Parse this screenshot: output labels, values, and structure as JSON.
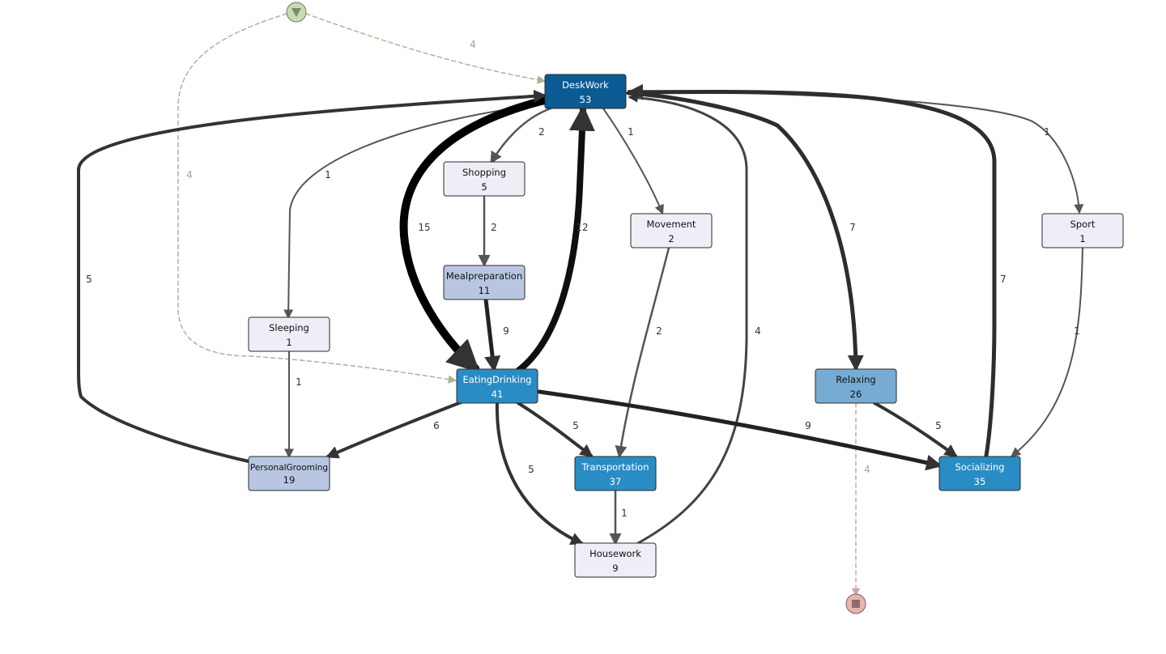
{
  "colors": {
    "dark_blue": "#0b5a94",
    "mid_blue": "#2a8cc4",
    "light_blue": "#76acd3",
    "lavender": "#b9c6e2",
    "pale": "#efedf6",
    "edge": "#333333",
    "start_edge": "#a8b596",
    "end_edge": "#c7aaaa",
    "start_node": "#c9dbb2",
    "end_node": "#e5b6b0"
  },
  "start_node": {
    "icon": "triangle-down-icon"
  },
  "end_node": {
    "icon": "square-stop-icon"
  },
  "nodes": {
    "deskwork": {
      "name": "DeskWork",
      "count": "53"
    },
    "shopping": {
      "name": "Shopping",
      "count": "5"
    },
    "movement": {
      "name": "Movement",
      "count": "2"
    },
    "sport": {
      "name": "Sport",
      "count": "1"
    },
    "mealprep": {
      "name": "Mealpreparation",
      "count": "11"
    },
    "sleeping": {
      "name": "Sleeping",
      "count": "1"
    },
    "eatingdrinking": {
      "name": "EatingDrinking",
      "count": "41"
    },
    "relaxing": {
      "name": "Relaxing",
      "count": "26"
    },
    "personalgrooming": {
      "name": "PersonalGrooming",
      "count": "19"
    },
    "transportation": {
      "name": "Transportation",
      "count": "37"
    },
    "socializing": {
      "name": "Socializing",
      "count": "35"
    },
    "housework": {
      "name": "Housework",
      "count": "9"
    }
  },
  "edges": {
    "start_deskwork": "4",
    "start_eating": "4",
    "desk_shopping": "2",
    "desk_movement": "1",
    "desk_sleeping": "1",
    "desk_eating": "15",
    "eating_desk": "12",
    "desk_relaxing": "7",
    "desk_sport": "1",
    "grooming_desk": "5",
    "socializing_desk": "7",
    "housework_desk": "4",
    "shopping_mealprep": "2",
    "mealprep_eating": "9",
    "movement_transport": "2",
    "sleeping_grooming": "1",
    "eating_grooming": "6",
    "eating_transport": "5",
    "eating_housework": "5",
    "eating_socializing": "9",
    "relaxing_socializing": "5",
    "sport_socializing": "1",
    "transport_housework": "1",
    "relaxing_end": "4"
  }
}
